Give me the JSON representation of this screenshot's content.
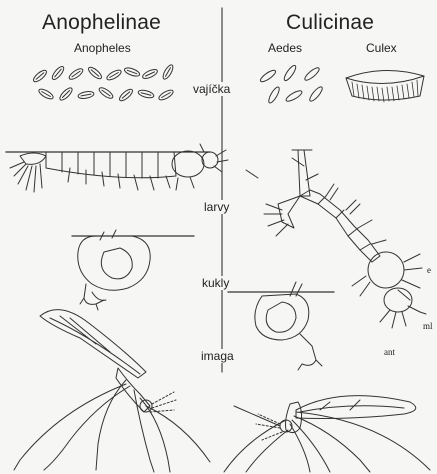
{
  "header": {
    "left_title": "Anophelinae",
    "left_genus": "Anopheles",
    "right_title": "Culicinae",
    "right_genus_1": "Aedes",
    "right_genus_2": "Culex"
  },
  "stages": {
    "eggs": "vajíčka",
    "larvae": "larvy",
    "pupae": "kukly",
    "adults": "imaga"
  },
  "annotations": {
    "e": "e",
    "ml": "ml",
    "ant": "ant"
  },
  "colors": {
    "ink": "#222222",
    "paper": "#f6f6f4"
  }
}
